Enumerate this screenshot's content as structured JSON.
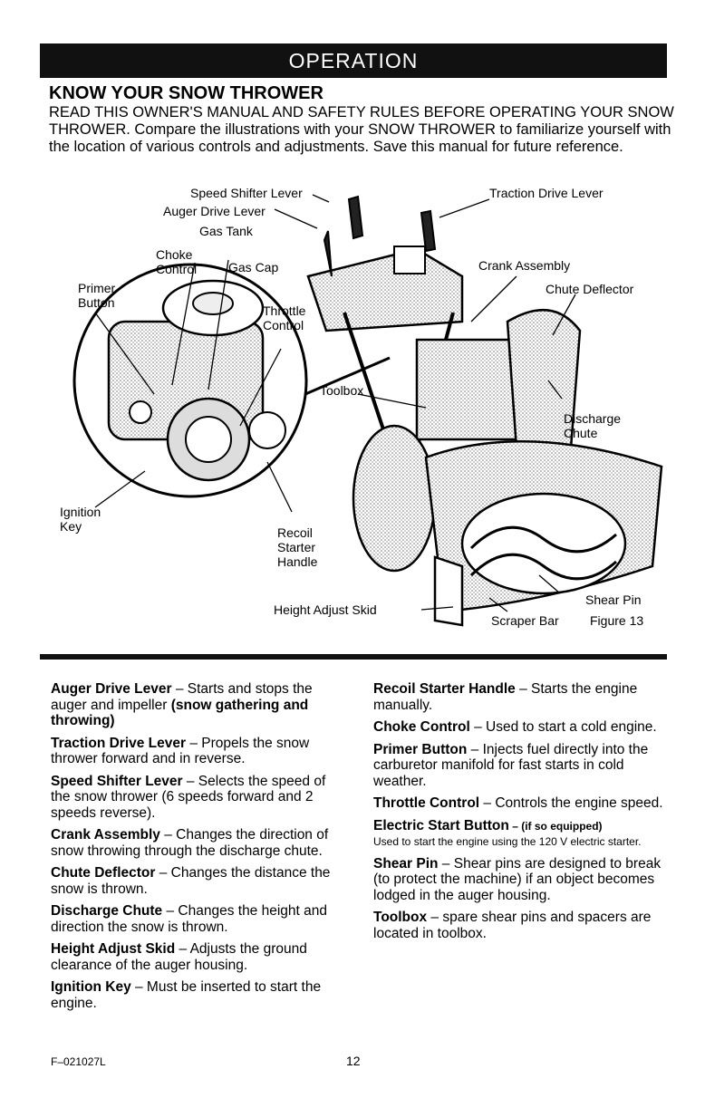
{
  "banner": "OPERATION",
  "heading": "KNOW YOUR SNOW THROWER",
  "intro": "READ THIS OWNER'S MANUAL AND SAFETY RULES BEFORE OPERATING YOUR SNOW THROWER. Compare the illustrations with your SNOW THROWER to familiarize yourself with the location of various controls and adjustments. Save this manual for future reference.",
  "figure": {
    "labels": {
      "speed_shifter": "Speed Shifter Lever",
      "auger_drive": "Auger Drive Lever",
      "gas_tank": "Gas Tank",
      "traction_drive": "Traction Drive Lever",
      "choke_1": "Choke",
      "choke_2": "Control",
      "gas_cap": "Gas Cap",
      "primer_1": "Primer",
      "primer_2": "Button",
      "throttle_1": "Throttle",
      "throttle_2": "Control",
      "crank": "Crank Assembly",
      "chute_deflector": "Chute Deflector",
      "toolbox": "Toolbox",
      "discharge_1": "Discharge",
      "discharge_2": "Chute",
      "ignition_1": "Ignition",
      "ignition_2": "Key",
      "recoil_1": "Recoil",
      "recoil_2": "Starter",
      "recoil_3": "Handle",
      "height_skid": "Height Adjust Skid",
      "shear_pin": "Shear Pin",
      "scraper_bar": "Scraper Bar",
      "figure_num": "Figure 13"
    }
  },
  "left_entries": [
    {
      "term": "Auger Drive Lever",
      "text": " – Starts and stops the auger and impeller ",
      "bold_tail": "(snow gathering and throwing)"
    },
    {
      "term": "Traction Drive Lever",
      "text": " – Propels the snow thrower forward and in reverse."
    },
    {
      "term": "Speed Shifter Lever",
      "text": " – Selects the speed of the snow thrower (6 speeds forward and 2 speeds reverse)."
    },
    {
      "term": "Crank Assembly",
      "text": " – Changes the direction of snow throwing through the discharge chute."
    },
    {
      "term": "Chute Deflector",
      "text": " – Changes the distance the snow is thrown."
    },
    {
      "term": "Discharge Chute",
      "text": " – Changes the height and direction the snow is thrown."
    },
    {
      "term": "Height Adjust Skid",
      "text": " – Adjusts the ground clearance of the auger housing."
    },
    {
      "term": "Ignition Key",
      "text": " – Must be inserted to start the engine."
    }
  ],
  "right_entries": [
    {
      "term": "Recoil Starter Handle",
      "text": " – Starts the engine manually."
    },
    {
      "term": "Choke Control",
      "text": " – Used to start a cold engine."
    },
    {
      "term": "Primer Button",
      "text": " – Injects fuel directly into the carburetor manifold for fast starts in cold weather."
    },
    {
      "term": "Throttle Control",
      "text": " – Controls the engine speed."
    },
    {
      "term": "Electric Start Button",
      "text": "",
      "qualifier": " – (if so equipped)",
      "small": "Used to start the engine using the 120 V electric starter."
    },
    {
      "term": "Shear Pin",
      "text": " – Shear pins are designed to break (to protect the machine) if an object becomes lodged in the auger housing."
    },
    {
      "term": "Toolbox",
      "text": " – spare shear pins and spacers are located in toolbox."
    }
  ],
  "footer": {
    "code": "F–021027L",
    "page": "12"
  }
}
